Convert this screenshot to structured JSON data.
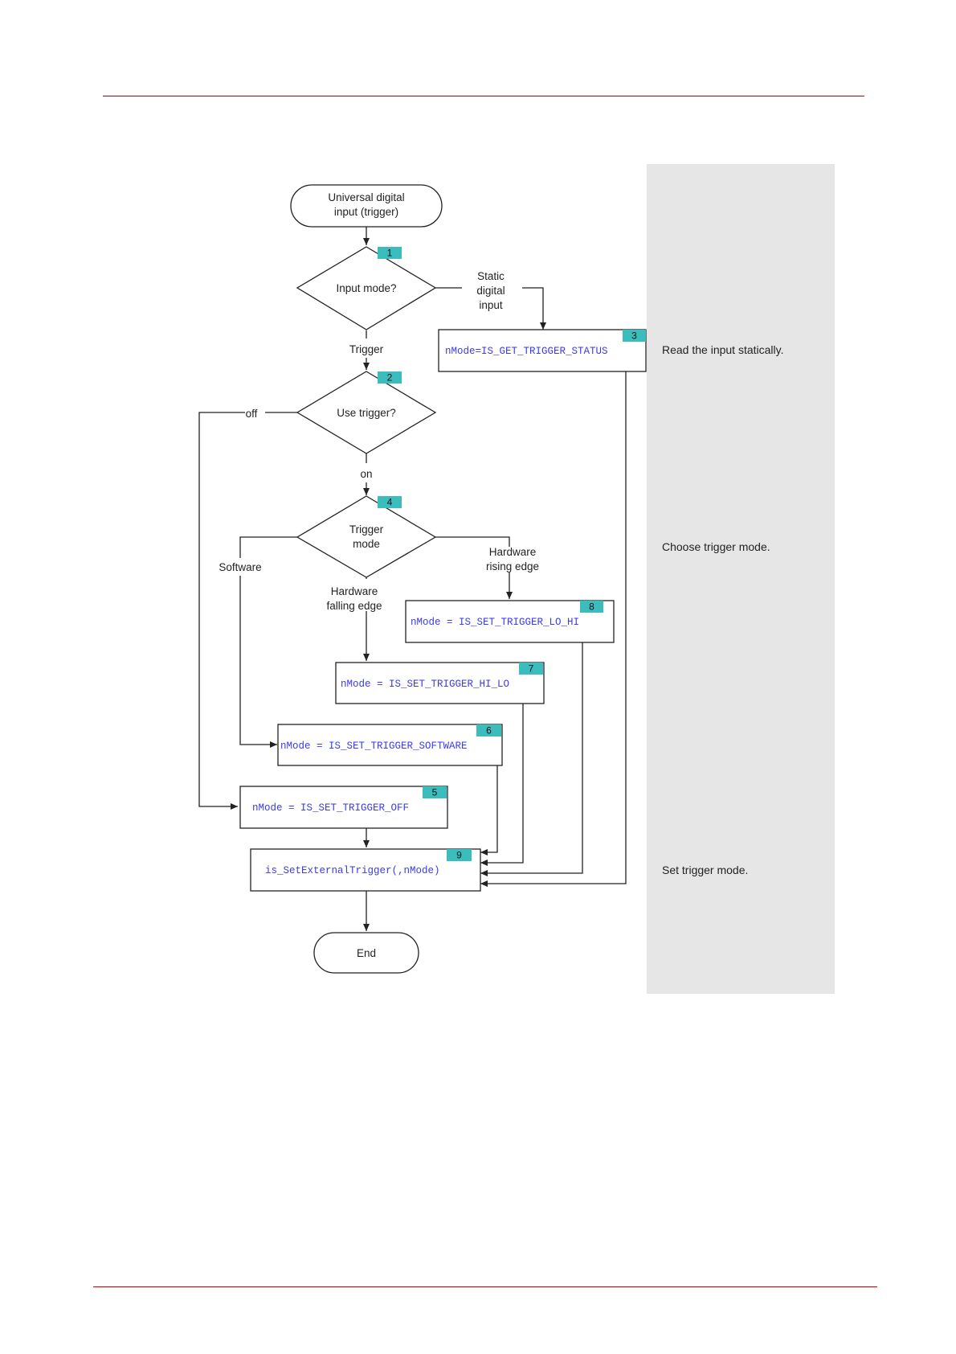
{
  "terminals": {
    "start": [
      "Universal digital",
      "input (trigger)"
    ],
    "end": "End"
  },
  "decisions": {
    "input_mode": {
      "badge": "1",
      "text": [
        "Input mode?"
      ]
    },
    "use_trigger": {
      "badge": "2",
      "text": [
        "Use trigger?"
      ]
    },
    "trigger_mode": {
      "badge": "4",
      "text": [
        "Trigger",
        "mode"
      ]
    }
  },
  "boxes": {
    "get_status": {
      "badge": "3",
      "code": "nMode=IS_GET_TRIGGER_STATUS"
    },
    "lo_hi": {
      "badge": "8",
      "code": "nMode = IS_SET_TRIGGER_LO_HI"
    },
    "hi_lo": {
      "badge": "7",
      "code": "nMode = IS_SET_TRIGGER_HI_LO"
    },
    "software": {
      "badge": "6",
      "code": "nMode = IS_SET_TRIGGER_SOFTWARE"
    },
    "off": {
      "badge": "5",
      "code": "nMode = IS_SET_TRIGGER_OFF"
    },
    "set_ext": {
      "badge": "9",
      "code": "is_SetExternalTrigger(,nMode)"
    }
  },
  "edge_labels": {
    "static": [
      "Static",
      "digital",
      "input"
    ],
    "trigger": "Trigger",
    "off": "off",
    "on": "on",
    "software": "Software",
    "hw_rising": [
      "Hardware",
      "rising edge"
    ],
    "hw_falling": [
      "Hardware",
      "falling edge"
    ]
  },
  "notes": {
    "read": "Read the input statically.",
    "choose": "Choose trigger mode.",
    "set": "Set trigger mode."
  }
}
